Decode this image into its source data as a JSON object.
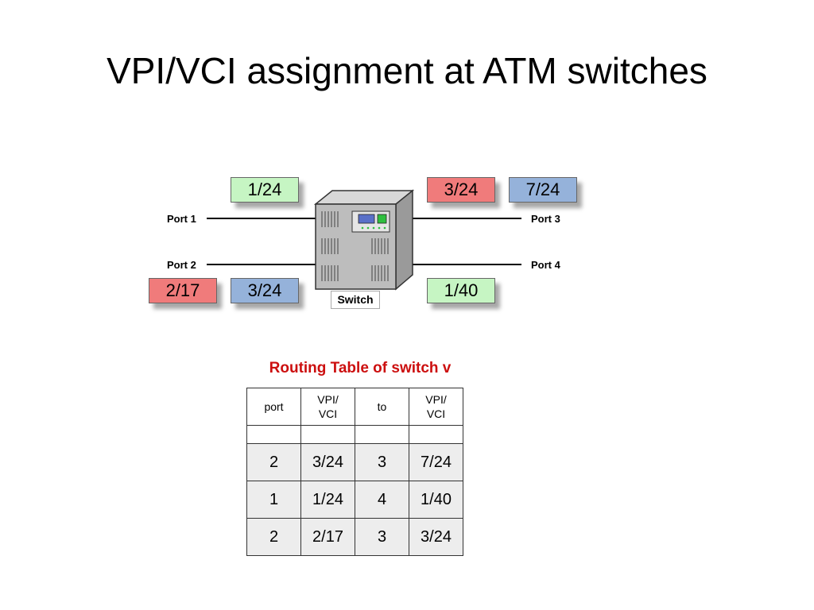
{
  "slide": {
    "title": "VPI/VCI  assignment at ATM switches"
  },
  "diagram": {
    "switch_label": "Switch",
    "ports": {
      "port1": "Port 1",
      "port2": "Port 2",
      "port3": "Port 3",
      "port4": "Port 4"
    },
    "tags": {
      "p1_in": "1/24",
      "p2_a": "2/17",
      "p2_b": "3/24",
      "p3_a": "3/24",
      "p3_b": "7/24",
      "p4": "1/40"
    },
    "colors": {
      "green": "#c6f5c3",
      "red": "#f07b7b",
      "blue": "#95b2da"
    }
  },
  "routing_table": {
    "caption": "Routing Table of switch v",
    "headers": [
      "port",
      "VPI/\nVCI",
      "to",
      "VPI/\nVCI"
    ],
    "rows": [
      [
        "2",
        "3/24",
        "3",
        "7/24"
      ],
      [
        "1",
        "1/24",
        "4",
        "1/40"
      ],
      [
        "2",
        "2/17",
        "3",
        "3/24"
      ]
    ]
  }
}
